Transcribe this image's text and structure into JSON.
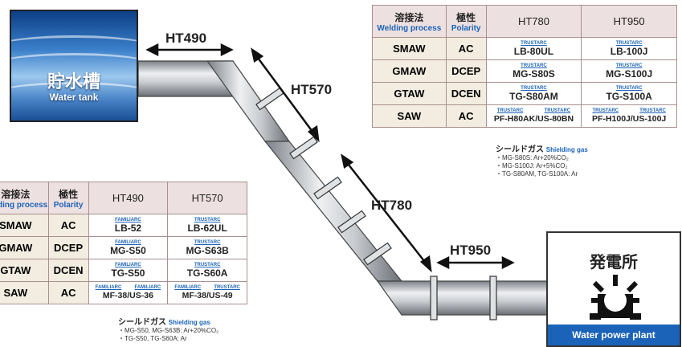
{
  "water_tank": {
    "title_jp": "貯水槽",
    "title_en": "Water tank"
  },
  "power_plant": {
    "title_jp": "発電所",
    "title_en": "Water power plant"
  },
  "sections": {
    "ht490": "HT490",
    "ht570": "HT570",
    "ht780": "HT780",
    "ht950": "HT950"
  },
  "table_high": {
    "header": {
      "process_jp": "溶接法",
      "process_en": "Welding process",
      "polarity_jp": "極性",
      "polarity_en": "Polarity",
      "grade1": "HT780",
      "grade2": "HT950"
    },
    "rows": [
      {
        "process": "SMAW",
        "polarity": "AC",
        "c1": {
          "brands": [
            "TRUSTARC"
          ],
          "name": "LB-80UL"
        },
        "c2": {
          "brands": [
            "TRUSTARC"
          ],
          "name": "LB-100J"
        }
      },
      {
        "process": "GMAW",
        "polarity": "DCEP",
        "c1": {
          "brands": [
            "TRUSTARC"
          ],
          "name": "MG-S80S"
        },
        "c2": {
          "brands": [
            "TRUSTARC"
          ],
          "name": "MG-S100J"
        }
      },
      {
        "process": "GTAW",
        "polarity": "DCEN",
        "c1": {
          "brands": [
            "TRUSTARC"
          ],
          "name": "TG-S80AM"
        },
        "c2": {
          "brands": [
            "TRUSTARC"
          ],
          "name": "TG-S100A"
        }
      },
      {
        "process": "SAW",
        "polarity": "AC",
        "c1": {
          "brands": [
            "TRUSTARC",
            "TRUSTARC"
          ],
          "name": "PF-H80AK/US-80BN"
        },
        "c2": {
          "brands": [
            "TRUSTARC",
            "TRUSTARC"
          ],
          "name": "PF-H100J/US-100J"
        }
      }
    ]
  },
  "gas_high": {
    "title_jp": "シールドガス",
    "title_en": "Shielding gas",
    "lines": [
      "・MG-S80S: Ar+20%CO₂",
      "・MG-S100J: Ar+5%CO₂",
      "・TG-S80AM, TG-S100A: Ar"
    ]
  },
  "table_low": {
    "header": {
      "process_jp": "溶接法",
      "process_en": "Welding process",
      "polarity_jp": "極性",
      "polarity_en": "Polarity",
      "grade1": "HT490",
      "grade2": "HT570"
    },
    "rows": [
      {
        "process": "SMAW",
        "polarity": "AC",
        "c1": {
          "brands": [
            "FAMILIARC"
          ],
          "name": "LB-52"
        },
        "c2": {
          "brands": [
            "TRUSTARC"
          ],
          "name": "LB-62UL"
        }
      },
      {
        "process": "GMAW",
        "polarity": "DCEP",
        "c1": {
          "brands": [
            "FAMILIARC"
          ],
          "name": "MG-S50"
        },
        "c2": {
          "brands": [
            "TRUSTARC"
          ],
          "name": "MG-S63B"
        }
      },
      {
        "process": "GTAW",
        "polarity": "DCEN",
        "c1": {
          "brands": [
            "FAMILIARC"
          ],
          "name": "TG-S50"
        },
        "c2": {
          "brands": [
            "TRUSTARC"
          ],
          "name": "TG-S60A"
        }
      },
      {
        "process": "SAW",
        "polarity": "AC",
        "c1": {
          "brands": [
            "FAMILIARC",
            "FAMILIARC"
          ],
          "name": "MF-38/US-36"
        },
        "c2": {
          "brands": [
            "FAMILIARC",
            "TRUSTARC"
          ],
          "name": "MF-38/US-49"
        }
      }
    ]
  },
  "gas_low": {
    "title_jp": "シールドガス",
    "title_en": "Shielding gas",
    "lines": [
      "・MG-S50, MG-S63B: Ar+20%CO₂",
      "・TG-S50, TG-S60A: Ar"
    ]
  }
}
